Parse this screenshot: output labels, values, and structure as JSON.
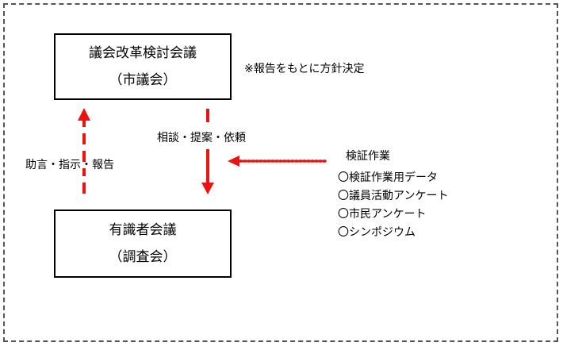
{
  "top_box": {
    "line1": "議会改革検討会議",
    "line2": "（市議会）"
  },
  "bottom_box": {
    "line1": "有識者会議",
    "line2": "（調査会）"
  },
  "note": "※報告をもとに方針決定",
  "left_label": "助言・指示・報告",
  "right_label": "相談・提案・依頼",
  "verification": {
    "title": "検証作業",
    "items": [
      "〇検証作業用データ",
      "〇議員活動アンケート",
      "〇市民アンケート",
      "〇シンポジウム"
    ]
  },
  "colors": {
    "arrow": "#ee1111",
    "border": "#000000",
    "frame": "#555555"
  }
}
